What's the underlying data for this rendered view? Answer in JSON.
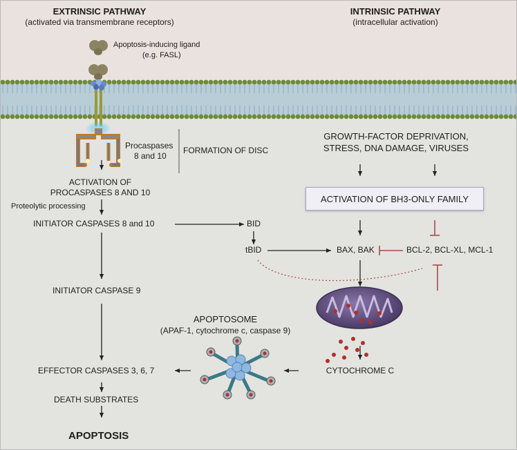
{
  "extrinsic": {
    "title": "EXTRINSIC PATHWAY",
    "subtitle": "(activated via transmembrane receptors)",
    "ligand_label": "Apoptosis-inducing ligand",
    "ligand_example": "(e.g. FASL)",
    "procaspases_1": "Procaspases",
    "procaspases_2": "8 and 10",
    "disc": "FORMATION OF DISC",
    "activation_1": "ACTIVATION OF",
    "activation_2": "PROCASPASES 8 AND 10",
    "proteolytic": "Proteolytic processing",
    "initiator_8_10": "INITIATOR CASPASES 8 and 10",
    "initiator_9": "INITIATOR CASPASE 9",
    "effector": "EFFECTOR CASPASES 3, 6, 7",
    "death_substrates": "DEATH SUBSTRATES",
    "apoptosis": "APOPTOSIS"
  },
  "intrinsic": {
    "title": "INTRINSIC PATHWAY",
    "subtitle": "(intracellular activation)",
    "stimuli_1": "GROWTH-FACTOR DEPRIVATION,",
    "stimuli_2": "STRESS, DNA DAMAGE, VIRUSES",
    "bh3": "ACTIVATION OF BH3-ONLY FAMILY",
    "bax_bak": "BAX, BAK",
    "bcl2": "BCL-2, BCL-XL, MCL-1",
    "cytochrome": "CYTOCHROME C"
  },
  "crosstalk": {
    "bid": "BID",
    "tbid": "tBID"
  },
  "apoptosome": {
    "title": "APOPTOSOME",
    "components": "(APAF-1, cytochrome c, caspase 9)"
  },
  "colors": {
    "membrane_head": "#6e8a3a",
    "membrane_tail": "#8fb0c8",
    "receptor": "#9a9a3a",
    "ligand": "#8c8460",
    "procaspase": "#c07a2e",
    "inhibition": "#a84a4a",
    "mitochondrion": "#5c4a7a",
    "cytochrome": "#b0302a",
    "apoptosome_core": "#8fb8e0"
  }
}
